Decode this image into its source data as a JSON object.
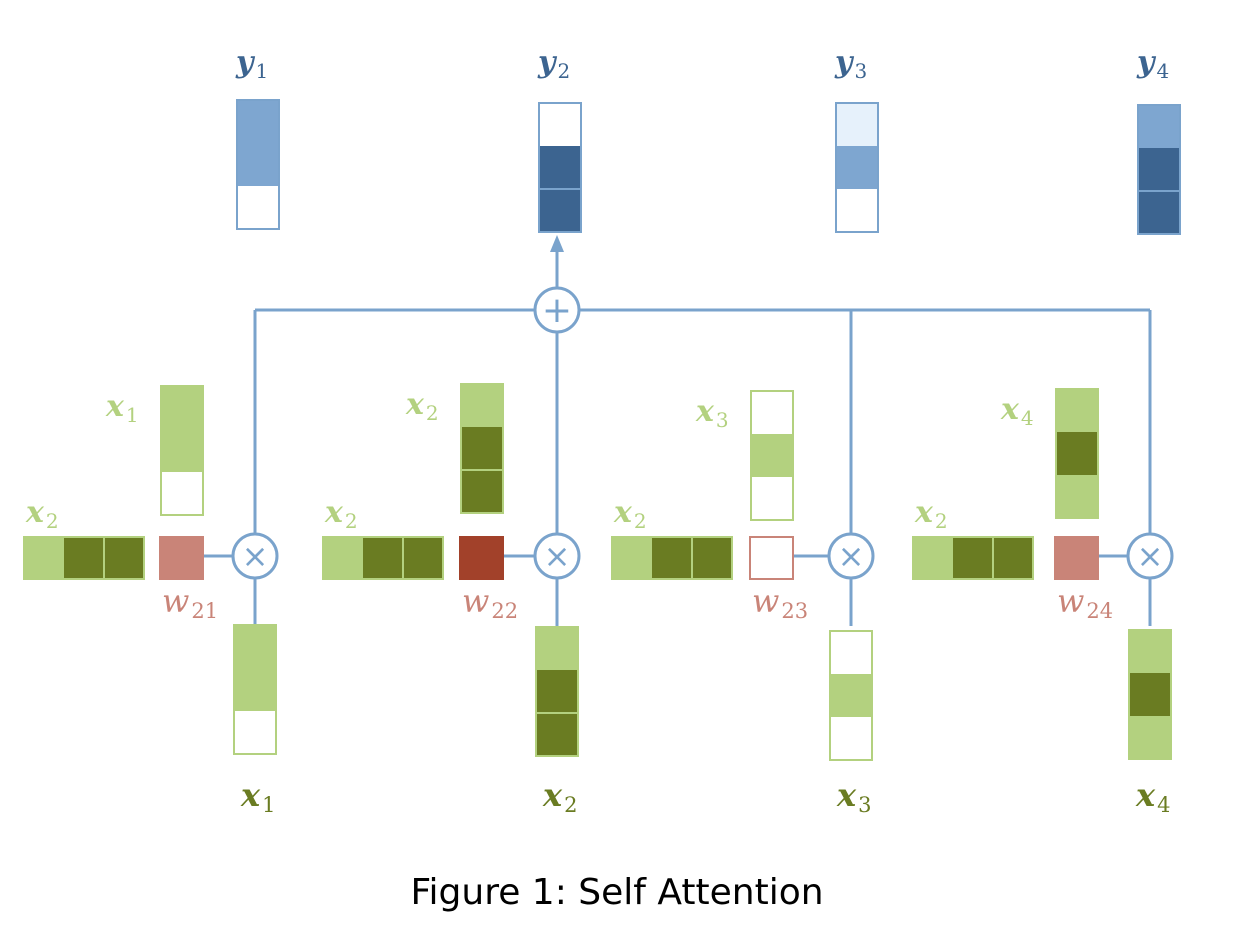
{
  "colors": {
    "line": "#7aa3cc",
    "green_light": "#b3d17f",
    "green_dark": "#6a7c22",
    "red_light": "#c98478",
    "red_dark": "#a2412a",
    "blue_light": "#7ea6d0",
    "blue_dark": "#3c6490",
    "blue_pale": "#e6f1fb",
    "white": "#ffffff"
  },
  "outputs": [
    {
      "label": "y",
      "sub": "1",
      "cells": [
        "blue_light",
        "blue_light",
        "white"
      ]
    },
    {
      "label": "y",
      "sub": "2",
      "cells": [
        "white",
        "blue_dark",
        "blue_dark"
      ]
    },
    {
      "label": "y",
      "sub": "3",
      "cells": [
        "blue_pale",
        "blue_light",
        "white"
      ]
    },
    {
      "label": "y",
      "sub": "4",
      "cells": [
        "blue_light",
        "blue_dark",
        "blue_dark"
      ]
    }
  ],
  "columns": [
    {
      "query": {
        "label": "x",
        "sub": "2",
        "cells": [
          "green_light",
          "green_dark",
          "green_dark"
        ]
      },
      "key": {
        "label": "x",
        "sub": "1",
        "cells": [
          "green_light",
          "green_light",
          "white"
        ]
      },
      "weight": {
        "label": "w",
        "sub": "21",
        "color": "red_light"
      },
      "value": {
        "label": "x",
        "sub": "1",
        "cells": [
          "green_light",
          "green_light",
          "white"
        ]
      }
    },
    {
      "query": {
        "label": "x",
        "sub": "2",
        "cells": [
          "green_light",
          "green_dark",
          "green_dark"
        ]
      },
      "key": {
        "label": "x",
        "sub": "2",
        "cells": [
          "green_light",
          "green_dark",
          "green_dark"
        ]
      },
      "weight": {
        "label": "w",
        "sub": "22",
        "color": "red_dark"
      },
      "value": {
        "label": "x",
        "sub": "2",
        "cells": [
          "green_light",
          "green_dark",
          "green_dark"
        ]
      }
    },
    {
      "query": {
        "label": "x",
        "sub": "2",
        "cells": [
          "green_light",
          "green_dark",
          "green_dark"
        ]
      },
      "key": {
        "label": "x",
        "sub": "3",
        "cells": [
          "white",
          "green_light",
          "white"
        ]
      },
      "weight": {
        "label": "w",
        "sub": "23",
        "color": "white"
      },
      "value": {
        "label": "x",
        "sub": "3",
        "cells": [
          "white",
          "green_light",
          "white"
        ]
      }
    },
    {
      "query": {
        "label": "x",
        "sub": "2",
        "cells": [
          "green_light",
          "green_dark",
          "green_dark"
        ]
      },
      "key": {
        "label": "x",
        "sub": "4",
        "cells": [
          "green_light",
          "green_dark",
          "green_light"
        ]
      },
      "weight": {
        "label": "w",
        "sub": "24",
        "color": "red_light"
      },
      "value": {
        "label": "x",
        "sub": "4",
        "cells": [
          "green_light",
          "green_dark",
          "green_light"
        ]
      }
    }
  ],
  "operators": {
    "sum": "+",
    "product": "×"
  },
  "caption": "Figure 1: Self Attention"
}
